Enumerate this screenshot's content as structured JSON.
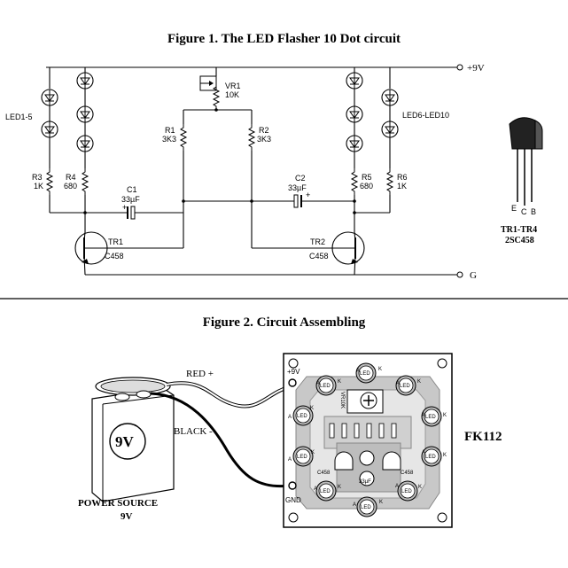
{
  "figure1": {
    "title": "Figure 1. The LED Flasher 10 Dot circuit",
    "labels": {
      "supply": "+9V",
      "ground": "G",
      "led_left": "LED1-5",
      "led_right": "LED6-LED10",
      "vr1": "VR1",
      "vr1_val": "10K",
      "r1": "R1",
      "r1_val": "3K3",
      "r2": "R2",
      "r2_val": "3K3",
      "r3": "R3",
      "r3_val": "1K",
      "r4": "R4",
      "r4_val": "680",
      "r5": "R5",
      "r5_val": "680",
      "r6": "R6",
      "r6_val": "1K",
      "c1": "C1",
      "c1_val": "33µF",
      "c2": "C2",
      "c2_val": "33µF",
      "tr1": "TR1",
      "tr1_type": "C458",
      "tr2": "TR2",
      "tr2_type": "C458",
      "plus": "+",
      "pin_e": "E",
      "pin_c": "C",
      "pin_b": "B",
      "tr_caption": "TR1-TR4",
      "tr_part": "2SC458"
    }
  },
  "figure2": {
    "title": "Figure 2. Circuit Assembling",
    "labels": {
      "red_wire": "RED +",
      "black_wire": "BLACK -",
      "battery": "9V",
      "power_source": "POWER SOURCE",
      "power_value": "9V",
      "board": "FK112",
      "pcb_plus": "+9V",
      "pcb_gnd": "GND",
      "pcb_vr": "VR10K",
      "pcb_c458_left": "C458",
      "pcb_c458_right": "C458",
      "pcb_cap": "33µF",
      "led": "LED",
      "a": "A",
      "k": "K"
    }
  }
}
